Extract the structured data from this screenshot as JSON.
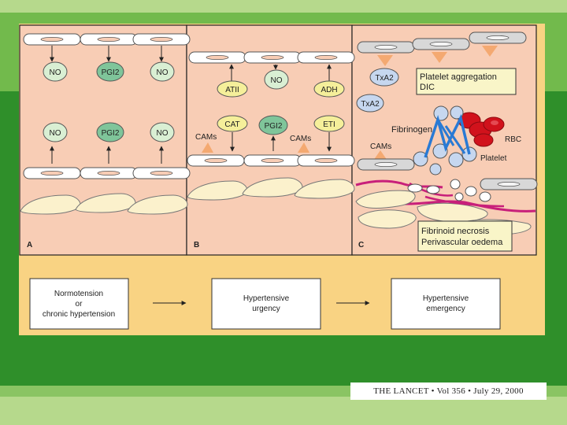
{
  "panels": {
    "a_letter": "A",
    "b_letter": "B",
    "c_letter": "C"
  },
  "panel_a": {
    "top_labels": [
      "NO",
      "PGI2",
      "NO"
    ],
    "bottom_labels": [
      "NO",
      "PGI2",
      "NO"
    ]
  },
  "panel_b": {
    "atii": "ATII",
    "no": "NO",
    "adh": "ADH",
    "cat": "CAT",
    "pgi2": "PGI2",
    "eti": "ETI",
    "cams_left": "CAMs",
    "cams_right": "CAMs"
  },
  "panel_c": {
    "txa2_top": "TxA2",
    "txa2_bottom": "TxA2",
    "platelet_box_line1": "Platelet aggregation",
    "platelet_box_line2": "DIC",
    "fibrinogen": "Fibrinogen",
    "rbc": "RBC",
    "cams": "CAMs",
    "platelet": "Platelet",
    "necrosis_line1": "Fibrinoid necrosis",
    "necrosis_line2": "Perivascular oedema"
  },
  "flow": {
    "box1_line1": "Normotension",
    "box1_line2": "or",
    "box1_line3": "chronic hypertension",
    "box2_line1": "Hypertensive",
    "box2_line2": "urgency",
    "box3_line1": "Hypertensive",
    "box3_line2": "emergency"
  },
  "citation": "THE LANCET • Vol 356 • July 29, 2000",
  "colors": {
    "background_green": "#2f8f2a",
    "panel_pink": "#f8cdb5",
    "frame_yellow": "#f9d383",
    "cell_cream": "#fbf1cc",
    "no_bubble": "#d9efd3",
    "pgi2_bubble": "#7fc59a",
    "factor_yellow": "#f5ef9a",
    "txa_blue": "#c6d7ef",
    "rbc_red": "#d1121c",
    "fibrin_magenta": "#c81f7a",
    "fibrinogen_blue": "#2a7ad4"
  }
}
